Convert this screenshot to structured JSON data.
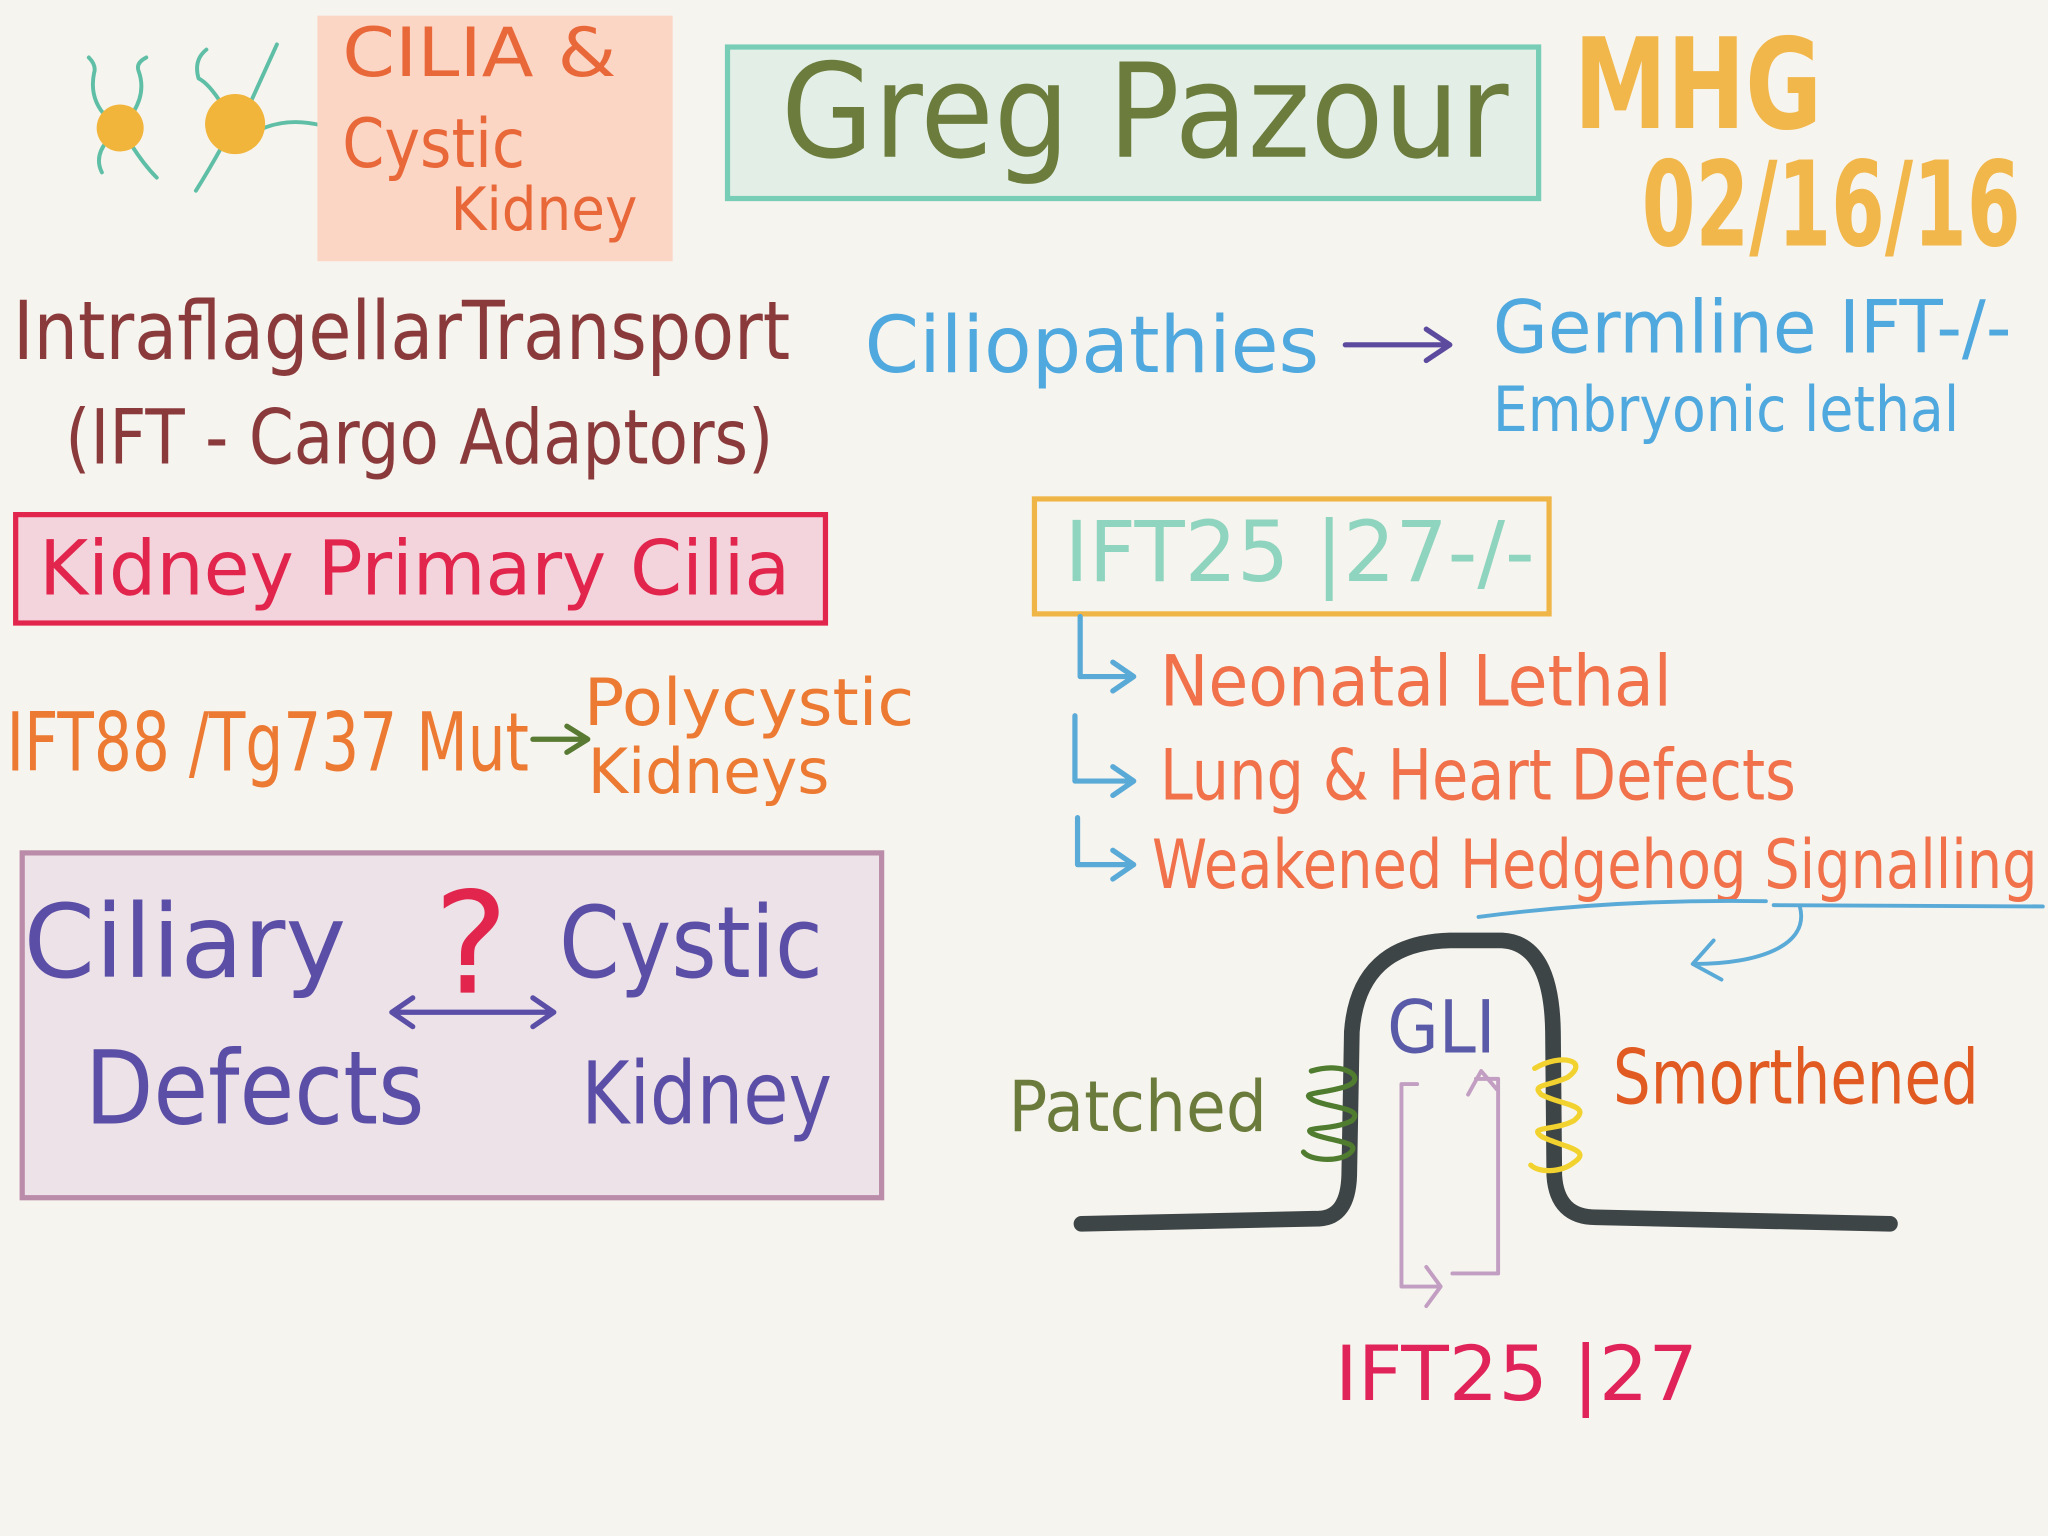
{
  "header": {
    "topic_box": {
      "line1": "CILIA &",
      "line2": "Cystic",
      "line3": "Kidney"
    },
    "speaker": "Greg Pazour",
    "event": "MHG",
    "date": "02/16/16"
  },
  "left": {
    "ift_heading": "IntraflagellarTransport",
    "ift_subheading": "(IFT - Cargo Adaptors)",
    "kidney_box": "Kidney Primary Cilia",
    "mutant": "IFT88 /Tg737 Mut",
    "result_line1": "Polycystic",
    "result_line2": "Kidneys",
    "question_box": {
      "left_line1": "Ciliary",
      "left_line2": "Defects",
      "question": "?",
      "right_line1": "Cystic",
      "right_line2": "Kidney"
    }
  },
  "right": {
    "ciliopathies": "Ciliopathies",
    "germline": "Germline IFT-/-",
    "embryonic": "Embryonic lethal",
    "ift_box": "IFT25 |27-/-",
    "phenotypes": [
      "Neonatal Lethal",
      "Lung & Heart Defects",
      "Weakened Hedgehog Signalling"
    ],
    "cilium": {
      "gli": "GLI",
      "patched": "Patched",
      "smoothened": "Smorthened",
      "transport": "IFT25 |27"
    }
  },
  "colors": {
    "background": "#f6f4ef",
    "topic_box_fill": "#fcd6c5",
    "topic_text": "#e8683a",
    "speaker_box_fill": "#e3eee6",
    "speaker_box_border": "#78cdb6",
    "speaker_text": "#6b7c3c",
    "date_text": "#f2b74b",
    "ift_heading_text": "#8b3a3c",
    "ciliopathies_text": "#4fa8de",
    "ciliopathies_arrow": "#5b4a9e",
    "kidney_box_fill": "#f4d4dc",
    "kidney_box_border": "#e2254c",
    "kidney_text": "#e2254c",
    "mutant_text": "#ec7a32",
    "mutant_arrow": "#587a33",
    "question_box_fill": "#ede2e8",
    "question_box_border": "#ba8ca9",
    "question_box_text": "#5b4ea6",
    "question_mark": "#e2254c",
    "ift_box_border": "#f0b547",
    "ift_box_text": "#8fd4be",
    "phenotype_arrow": "#5aaad8",
    "phenotype_text": "#f0714a",
    "cilium_membrane": "#3e4547",
    "gli_text": "#5a5ba8",
    "patched_text": "#6b7b3b",
    "patched_coil": "#4f7c2e",
    "smoothened_coil": "#f2d22e",
    "smoothened_text": "#e05a22",
    "transport_loop": "#c29ec2",
    "transport_text": "#e0245a",
    "cilia_body": "#f2b53c",
    "cilia_hair": "#5fbfa6"
  }
}
